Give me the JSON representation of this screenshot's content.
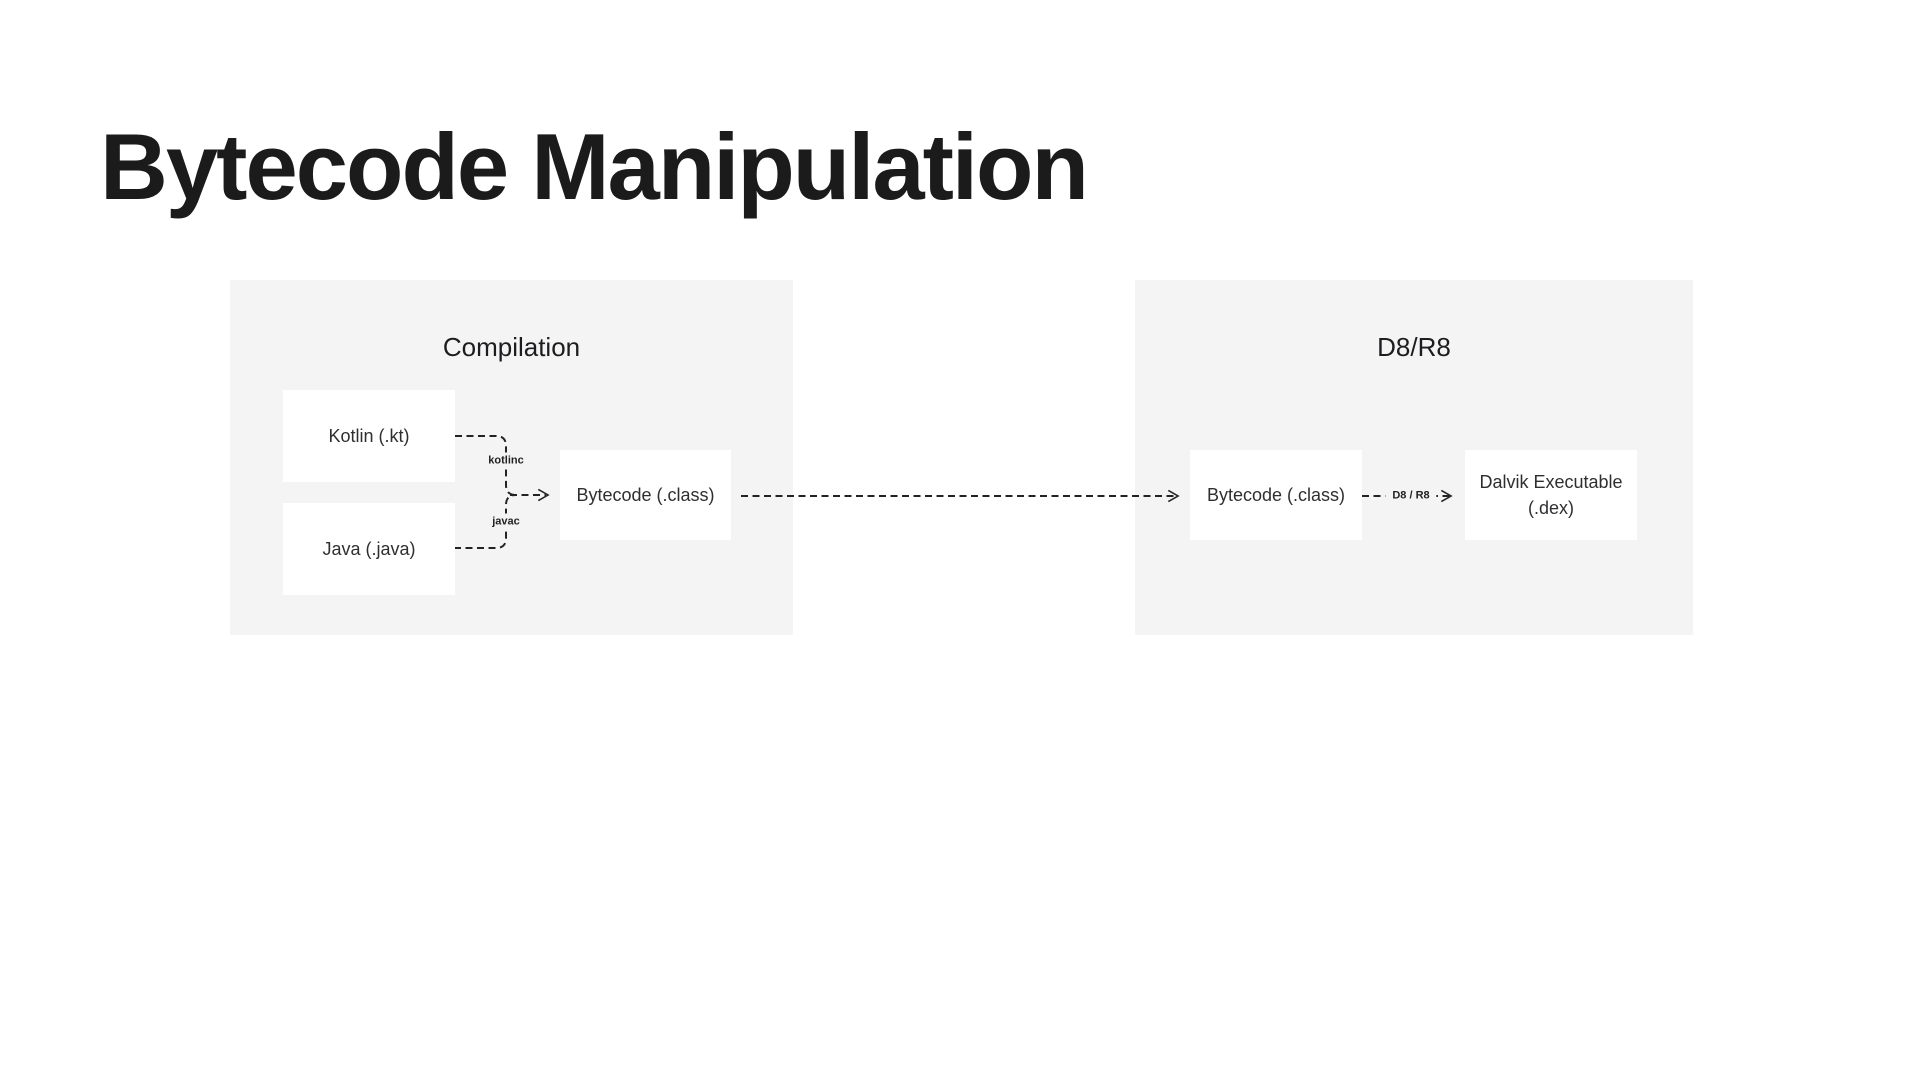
{
  "title": "Bytecode Manipulation",
  "colors": {
    "page_bg": "#ffffff",
    "panel_bg": "#f4f4f5",
    "node_bg": "#ffffff",
    "title_text": "#1b1b1b",
    "node_text": "#2f2f31",
    "edge_line": "#232323"
  },
  "diagram": {
    "panels": [
      {
        "title": "Compilation",
        "nodes": [
          {
            "id": "kotlin",
            "label": "Kotlin (.kt)"
          },
          {
            "id": "java",
            "label": "Java (.java)"
          },
          {
            "id": "bytecode",
            "label": "Bytecode (.class)"
          }
        ]
      },
      {
        "title": "D8/R8",
        "nodes": [
          {
            "id": "bytecode",
            "label": "Bytecode (.class)"
          },
          {
            "id": "dalvik",
            "label": "Dalvik Executable (.dex)"
          }
        ]
      }
    ],
    "edges": [
      {
        "from": "kotlin",
        "to": "compilation.bytecode",
        "label": "kotlinc",
        "style": "dashed"
      },
      {
        "from": "java",
        "to": "compilation.bytecode",
        "label": "javac",
        "style": "dashed"
      },
      {
        "from": "compilation.bytecode",
        "to": "d8r8.bytecode",
        "label": "",
        "style": "dashed"
      },
      {
        "from": "d8r8.bytecode",
        "to": "dalvik",
        "label": "D8 / R8",
        "style": "dashed"
      }
    ]
  }
}
